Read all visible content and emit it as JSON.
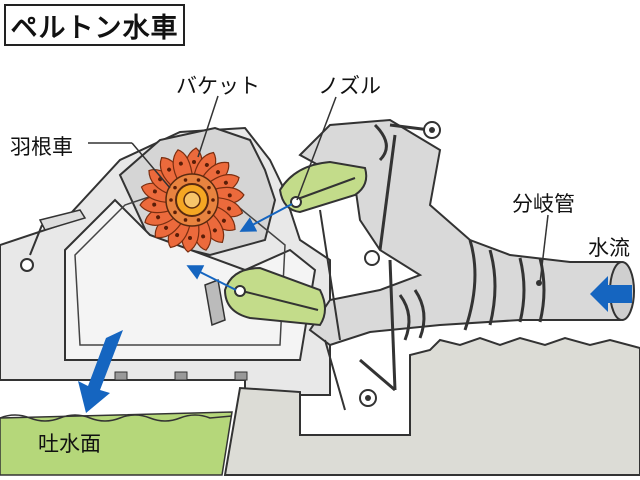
{
  "title": "ペルトン水車",
  "labels": {
    "bucket": "バケット",
    "nozzle": "ノズル",
    "runner": "羽根車",
    "branch_pipe": "分岐管",
    "water_flow": "水流",
    "outlet_surface": "吐水面"
  },
  "colors": {
    "runner_bucket": "#ec6a3c",
    "runner_hub": "#f5a623",
    "nozzle_green": "#c3dc8a",
    "water_green": "#b5d77a",
    "arrow_blue": "#1565c0",
    "casing_gray": "#d5d5d5",
    "ground_gray": "#dcdcd6"
  }
}
